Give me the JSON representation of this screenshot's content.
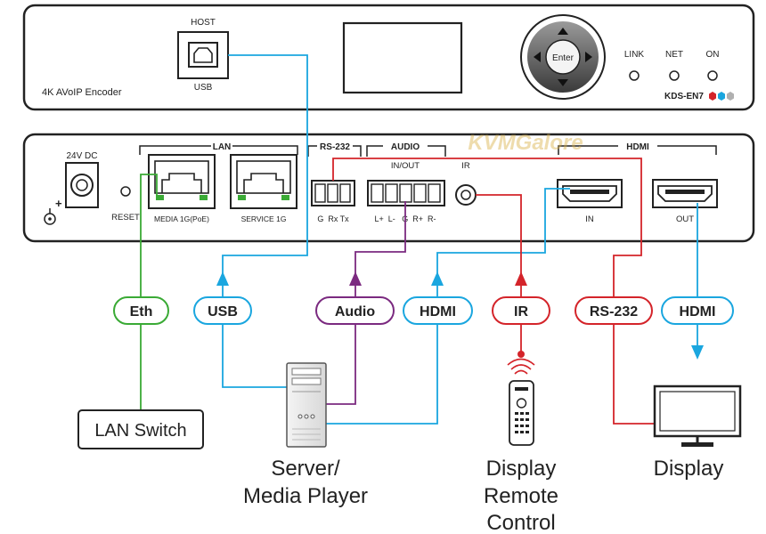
{
  "front_panel": {
    "host_label": "HOST",
    "usb_label": "USB",
    "model_name": "4K AVoIP Encoder",
    "enter_label": "Enter",
    "led_link": "LINK",
    "led_net": "NET",
    "led_on": "ON",
    "model_code": "KDS-EN7"
  },
  "rear_panel": {
    "power_label": "24V DC",
    "plus": "+",
    "reset_label": "RESET",
    "lan_group": "LAN",
    "media_port": "MEDIA  1G(PoE)",
    "service_port": "SERVICE 1G",
    "rs232_group": "RS-232",
    "rs232_pins": "G  Rx Tx",
    "audio_group": "AUDIO",
    "audio_sub": "IN/OUT",
    "audio_pins": "L+  L-   G  R+  R-",
    "ir_label": "IR",
    "hdmi_group": "HDMI",
    "hdmi_in": "IN",
    "hdmi_out": "OUT"
  },
  "watermark": "KVMGalore",
  "connection_tags": {
    "eth": "Eth",
    "usb": "USB",
    "audio": "Audio",
    "hdmi_in": "HDMI",
    "ir": "IR",
    "rs232": "RS-232",
    "hdmi_out": "HDMI"
  },
  "devices": {
    "lan_switch": "LAN Switch",
    "server_line1": "Server/",
    "server_line2": "Media Player",
    "remote_line1": "Display",
    "remote_line2": "Remote",
    "remote_line3": "Control",
    "display": "Display"
  },
  "colors": {
    "eth": "#3aaa35",
    "usb": "#1aa6df",
    "audio": "#7b2a80",
    "hdmi": "#1aa6df",
    "ir": "#d4242a",
    "rs232": "#d4242a"
  }
}
